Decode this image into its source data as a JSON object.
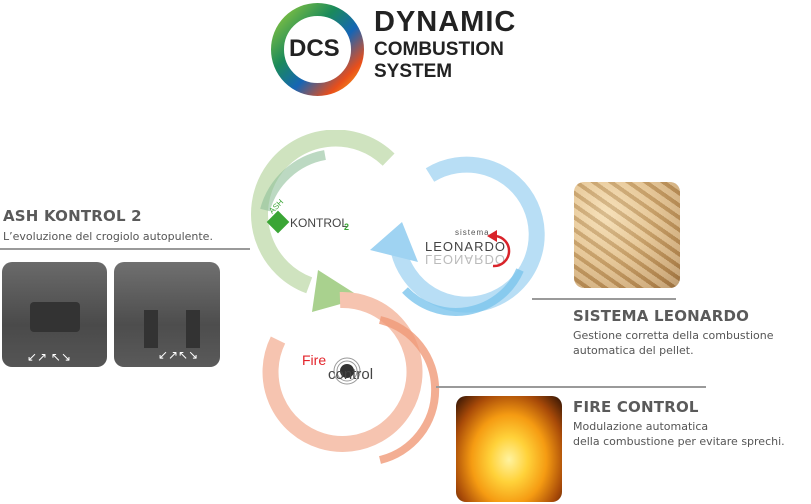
{
  "logo": {
    "badge": "DCS",
    "line1": "DYNAMIC",
    "line2": "COMBUSTION",
    "line3": "SYSTEM"
  },
  "cycle": {
    "ash_logo": {
      "small": "ASH",
      "main": "KONTROL",
      "suffix": "2",
      "color": "#3aa535"
    },
    "leonardo_logo": {
      "small": "sistema",
      "main": "LEONARDO",
      "accent": "#d9232a"
    },
    "fire_logo": {
      "fire": "Fire",
      "control": "control",
      "accent": "#e3242b"
    },
    "colors": {
      "green": "#a9d18e",
      "blue": "#7cc4ec",
      "orange": "#f3a07f"
    }
  },
  "features": {
    "ash": {
      "title": "ASH KONTROL 2",
      "desc": "L’evoluzione del crogiolo autopulente."
    },
    "leonardo": {
      "title": "SISTEMA LEONARDO",
      "desc1": "Gestione corretta della combustione",
      "desc2": "automatica del pellet."
    },
    "fire": {
      "title": "FIRE CONTROL",
      "desc1": "Modulazione automatica",
      "desc2": "della combustione  per evitare sprechi."
    }
  }
}
